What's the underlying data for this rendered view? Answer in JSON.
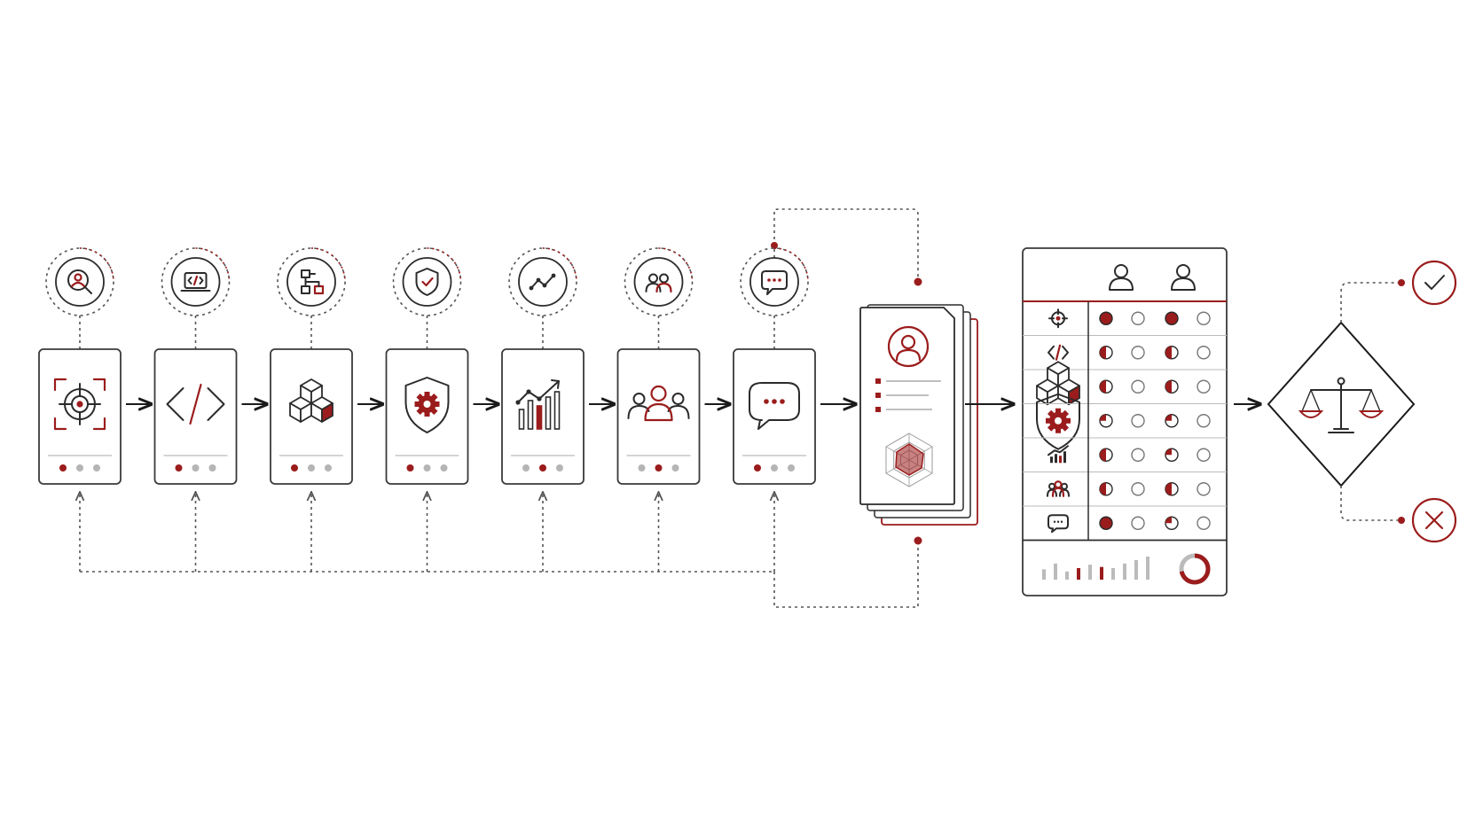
{
  "colors": {
    "accent": "#9b1c1c",
    "ink": "#2b2b2b",
    "muted": "#b5b5b5",
    "line": "#555555"
  },
  "stages": [
    {
      "badge_icon": "magnifier-person-icon",
      "card_icon": "target-crosshair-icon",
      "active_dot": 0
    },
    {
      "badge_icon": "laptop-code-icon",
      "card_icon": "code-brackets-icon",
      "active_dot": 0
    },
    {
      "badge_icon": "flowchart-icon",
      "card_icon": "cubes-icon",
      "active_dot": 0
    },
    {
      "badge_icon": "shield-check-icon",
      "card_icon": "shield-gear-icon",
      "active_dot": 0
    },
    {
      "badge_icon": "trend-line-icon",
      "card_icon": "bar-trend-chart-icon",
      "active_dot": 1
    },
    {
      "badge_icon": "users-icon",
      "card_icon": "team-group-icon",
      "active_dot": 1
    },
    {
      "badge_icon": "chat-bubble-icon",
      "card_icon": "speech-bubble-icon",
      "active_dot": 0
    }
  ],
  "profile_document": {
    "icons": [
      "user-avatar-icon",
      "radar-chart-icon"
    ]
  },
  "scorecard": {
    "header_icons": [
      "person-icon",
      "person-icon"
    ],
    "row_icons": [
      "target-icon",
      "code-icon",
      "cubes-icon",
      "shield-gear-icon",
      "bar-chart-icon",
      "team-icon",
      "chat-icon"
    ],
    "rows": [
      [
        "full",
        "empty",
        "full",
        "empty"
      ],
      [
        "half",
        "empty",
        "half",
        "empty"
      ],
      [
        "half",
        "empty",
        "half",
        "empty"
      ],
      [
        "quarter",
        "empty",
        "quarter",
        "empty"
      ],
      [
        "half",
        "empty",
        "quarter",
        "empty"
      ],
      [
        "half",
        "empty",
        "half",
        "empty"
      ],
      [
        "full",
        "empty",
        "quarter",
        "empty"
      ]
    ],
    "mini_bars": [
      0.45,
      0.7,
      0.35,
      0.5,
      0.65,
      0.55,
      0.5,
      0.7,
      0.85,
      1.0
    ],
    "mini_bar_accent": [
      3,
      5
    ],
    "donut_fraction": 0.72
  },
  "decision": {
    "icon": "balance-scale-icon",
    "outcomes": [
      "checkmark-icon",
      "x-mark-icon"
    ]
  }
}
